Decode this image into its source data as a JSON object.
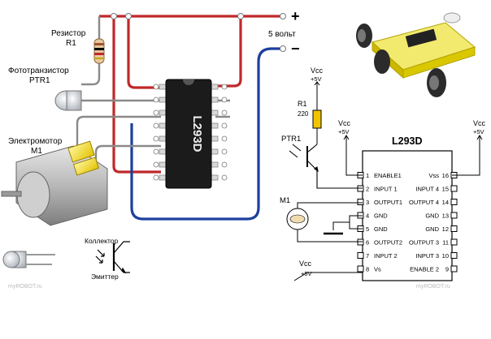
{
  "left": {
    "resistor_label": "Резистор",
    "resistor_ref": "R1",
    "phototransistor_label": "Фототранзистор",
    "phototransistor_ref": "PTR1",
    "motor_label": "Электромотор",
    "motor_ref": "M1",
    "chip_label": "L293D",
    "plus_sign": "+",
    "minus_sign": "−",
    "supply_label": "5 вольт",
    "collector_label": "Коллектор",
    "emitter_label": "Эмиттер",
    "watermark": "myROBOT.ru"
  },
  "schematic": {
    "vcc_label": "Vcc",
    "plus5v_label": "+5V",
    "r1_label": "R1",
    "r1_value": "220",
    "ptr1_label": "PTR1",
    "m1_label": "M1",
    "chip_title": "L293D",
    "watermark": "myROBOT.ru",
    "left_pins": [
      {
        "num": "1",
        "name": "ENABLE1"
      },
      {
        "num": "2",
        "name": "INPUT 1"
      },
      {
        "num": "3",
        "name": "OUTPUT1"
      },
      {
        "num": "4",
        "name": "GND"
      },
      {
        "num": "5",
        "name": "GND"
      },
      {
        "num": "6",
        "name": "OUTPUT2"
      },
      {
        "num": "7",
        "name": "INPUT 2"
      },
      {
        "num": "8",
        "name": "Vs"
      }
    ],
    "right_pins": [
      {
        "num": "16",
        "name": "Vss"
      },
      {
        "num": "15",
        "name": "INPUT 4"
      },
      {
        "num": "14",
        "name": "OUTPUT 4"
      },
      {
        "num": "13",
        "name": "GND"
      },
      {
        "num": "12",
        "name": "GND"
      },
      {
        "num": "11",
        "name": "OUTPUT 3"
      },
      {
        "num": "10",
        "name": "INPUT 3"
      },
      {
        "num": "9",
        "name": "ENABLE 2"
      }
    ]
  }
}
